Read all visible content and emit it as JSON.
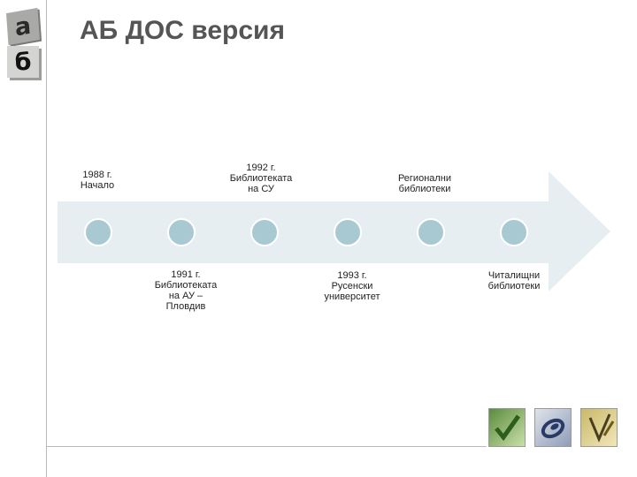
{
  "slide": {
    "title": "АБ ДОС версия",
    "logo_letters": [
      "а",
      "б"
    ]
  },
  "timeline": {
    "arrow_color": "#e6eef2",
    "node_color": "#a9c9d2",
    "node_stroke": "#ffffff",
    "labels_top": [
      "1988 г.\nНачало",
      "1992 г.\nБиблиотеката\nна СУ",
      "Регионални\nбиблиотеки"
    ],
    "labels_bottom": [
      "1991 г.\nБиблиотеката\nна АУ –\nПловдив",
      "1993 г.\nРусенски\nуниверситет",
      "Читалищни\nбиблиотеки"
    ]
  },
  "decor": {
    "icons": [
      "checkmark-icon",
      "spiral-icon",
      "pen-icon"
    ]
  }
}
